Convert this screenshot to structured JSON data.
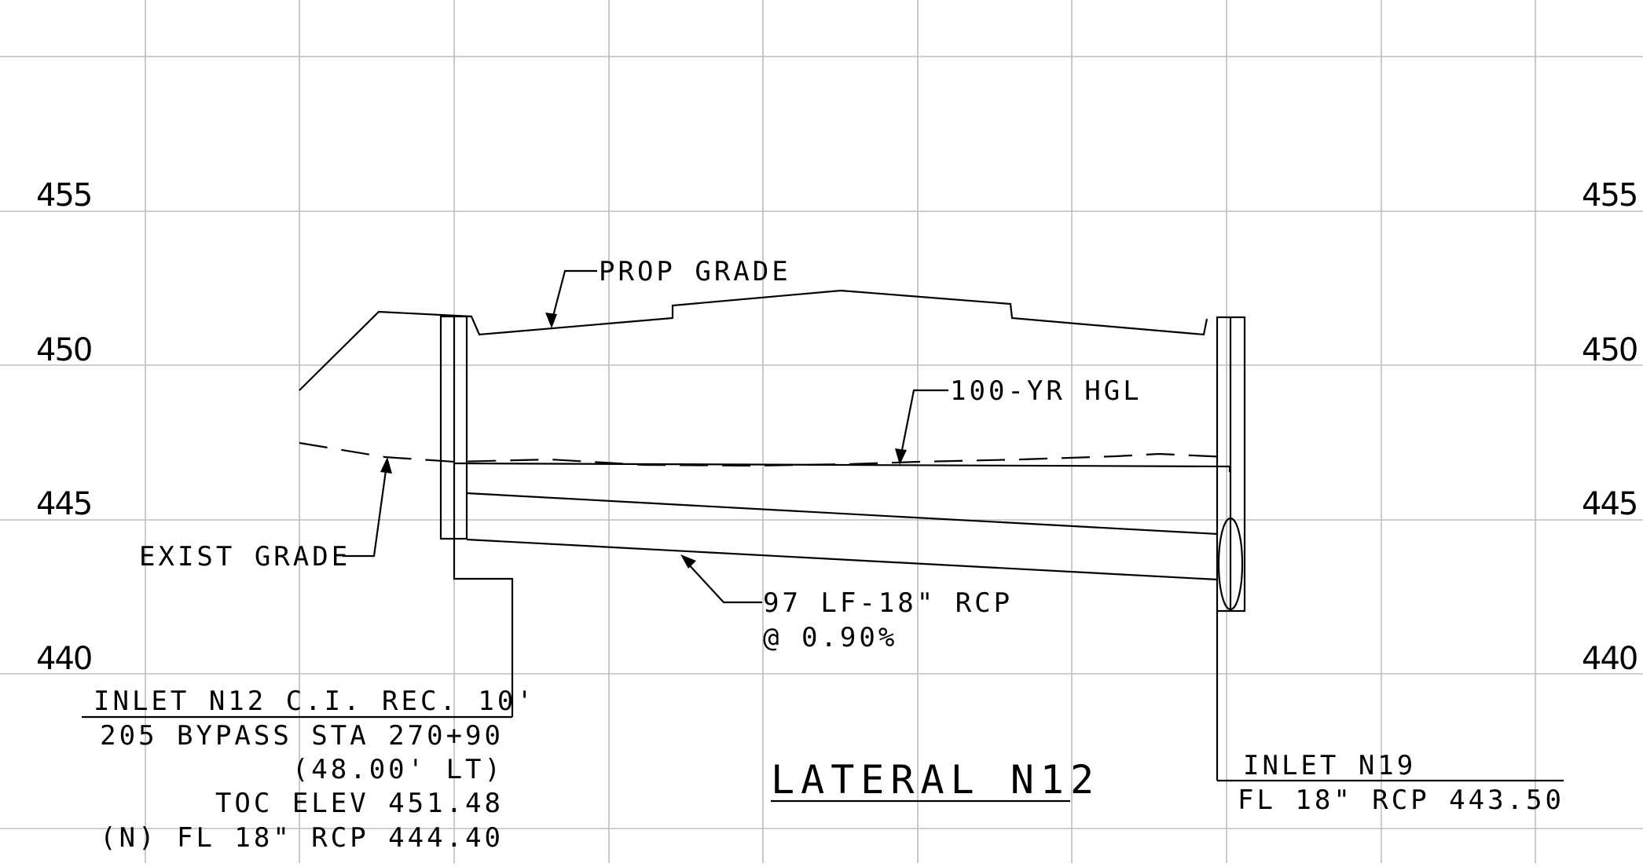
{
  "elevation_labels": [
    "455",
    "450",
    "445",
    "440"
  ],
  "callouts": {
    "prop_grade": "PROP GRADE",
    "hgl": "100-YR HGL",
    "exist_grade": "EXIST GRADE",
    "pipe_line1": "97 LF-18\" RCP",
    "pipe_line2": "@ 0.90%"
  },
  "inlet_left": {
    "title": "INLET N12 C.I. REC. 10'",
    "line1": "205 BYPASS STA 270+90",
    "line2": "(48.00' LT)",
    "line3": "TOC ELEV 451.48",
    "line4": "(N) FL 18\" RCP 444.40"
  },
  "inlet_right": {
    "title": "INLET N19",
    "line1": "FL 18\" RCP 443.50"
  },
  "profile_title": "LATERAL N12"
}
